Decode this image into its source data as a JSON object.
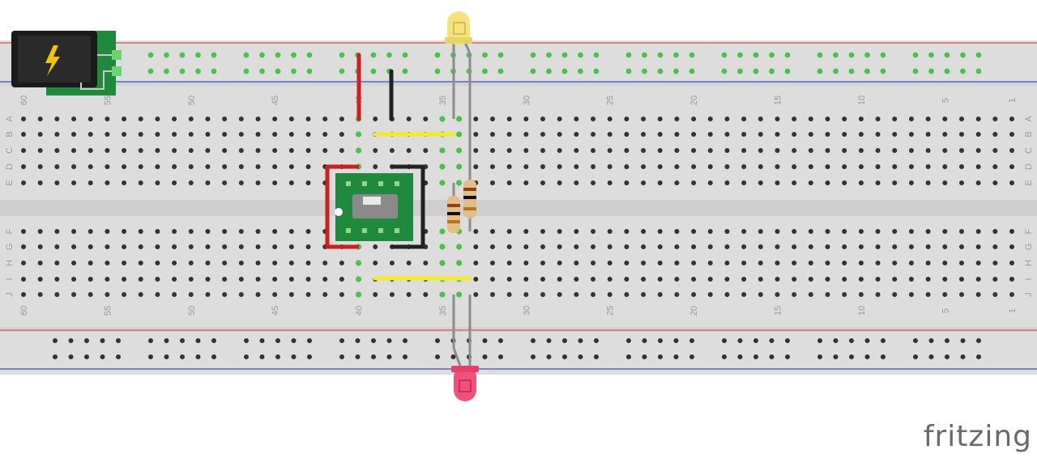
{
  "app": {
    "brand": "fritzing"
  },
  "breadboard": {
    "row_letters": [
      "A",
      "B",
      "C",
      "D",
      "E",
      "F",
      "G",
      "H",
      "I",
      "J"
    ],
    "column_numbers": [
      "60",
      "55",
      "50",
      "45",
      "40",
      "35",
      "30",
      "25",
      "20",
      "15",
      "10",
      "5",
      "1"
    ]
  },
  "components": {
    "power_jack": {
      "name": "DC power jack",
      "icon": "lightning-bolt-icon"
    },
    "led_top": {
      "color": "#f5e27a"
    },
    "led_bottom": {
      "color": "#f0507a"
    },
    "switch": {
      "name": "slide switch"
    },
    "resistors": {
      "count": 2
    }
  },
  "colors": {
    "board": "#dddddd",
    "rail_red": "#d9534f",
    "rail_blue": "#3a4fc4",
    "wire_red": "#cc1f1f",
    "wire_black": "#222222",
    "wire_yellow": "#f2ea2a",
    "pcb_green": "#1f8a3b",
    "active_hole": "#4ac24a"
  }
}
